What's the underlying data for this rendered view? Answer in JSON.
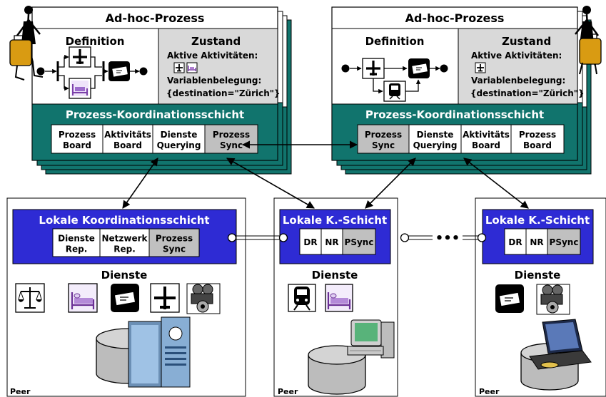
{
  "processes": {
    "left": {
      "title": "Ad-hoc-Prozess",
      "definition_label": "Definition",
      "state_title": "Zustand",
      "active_activities_label": "Aktive Aktivitäten:",
      "variable_label": "Variablenbelegung:",
      "variable_value": "{destination=\"Zürich\"}",
      "coordination_title": "Prozess-Koordinationsschicht",
      "boards": [
        {
          "line1": "Prozess",
          "line2": "Board",
          "highlight": false
        },
        {
          "line1": "Aktivitäts",
          "line2": "Board",
          "highlight": false
        },
        {
          "line1": "Dienste",
          "line2": "Querying",
          "highlight": false
        },
        {
          "line1": "Prozess",
          "line2": "Sync",
          "highlight": true
        }
      ]
    },
    "right": {
      "title": "Ad-hoc-Prozess",
      "definition_label": "Definition",
      "state_title": "Zustand",
      "active_activities_label": "Aktive Aktivitäten:",
      "variable_label": "Variablenbelegung:",
      "variable_value": "{destination=\"Zürich\"}",
      "coordination_title": "Prozess-Koordinationsschicht",
      "boards": [
        {
          "line1": "Prozess",
          "line2": "Sync",
          "highlight": true
        },
        {
          "line1": "Dienste",
          "line2": "Querying",
          "highlight": false
        },
        {
          "line1": "Aktivitäts",
          "line2": "Board",
          "highlight": false
        },
        {
          "line1": "Prozess",
          "line2": "Board",
          "highlight": false
        }
      ]
    }
  },
  "peers": {
    "peer1": {
      "layer_title": "Lokale Koordinationsschicht",
      "modules": [
        {
          "line1": "Dienste",
          "line2": "Rep.",
          "highlight": false
        },
        {
          "line1": "Netzwerk",
          "line2": "Rep.",
          "highlight": false
        },
        {
          "line1": "Prozess",
          "line2": "Sync",
          "highlight": true
        }
      ],
      "services_title": "Dienste",
      "services": [
        "scales-icon",
        "bed-icon",
        "payment-icon",
        "airplane-icon",
        "film-camera-icon"
      ],
      "label": "Peer"
    },
    "peer2": {
      "layer_title": "Lokale K.-Schicht",
      "modules": [
        {
          "line1": "DR",
          "highlight": false
        },
        {
          "line1": "NR",
          "highlight": false
        },
        {
          "line1": "PSync",
          "highlight": true
        }
      ],
      "services_title": "Dienste",
      "services": [
        "train-icon",
        "bed-icon"
      ],
      "label": "Peer"
    },
    "peer3": {
      "layer_title": "Lokale K.-Schicht",
      "modules": [
        {
          "line1": "DR",
          "highlight": false
        },
        {
          "line1": "NR",
          "highlight": false
        },
        {
          "line1": "PSync",
          "highlight": true
        }
      ],
      "services_title": "Dienste",
      "services": [
        "payment-icon",
        "film-camera-icon"
      ],
      "label": "Peer"
    }
  },
  "ellipsis": "•••",
  "colors": {
    "teal": "#11746d",
    "blue": "#2e2bd4",
    "gray_box": "#c0c0c0",
    "state_bg": "#d9d9d9",
    "bag": "#d99b12"
  }
}
